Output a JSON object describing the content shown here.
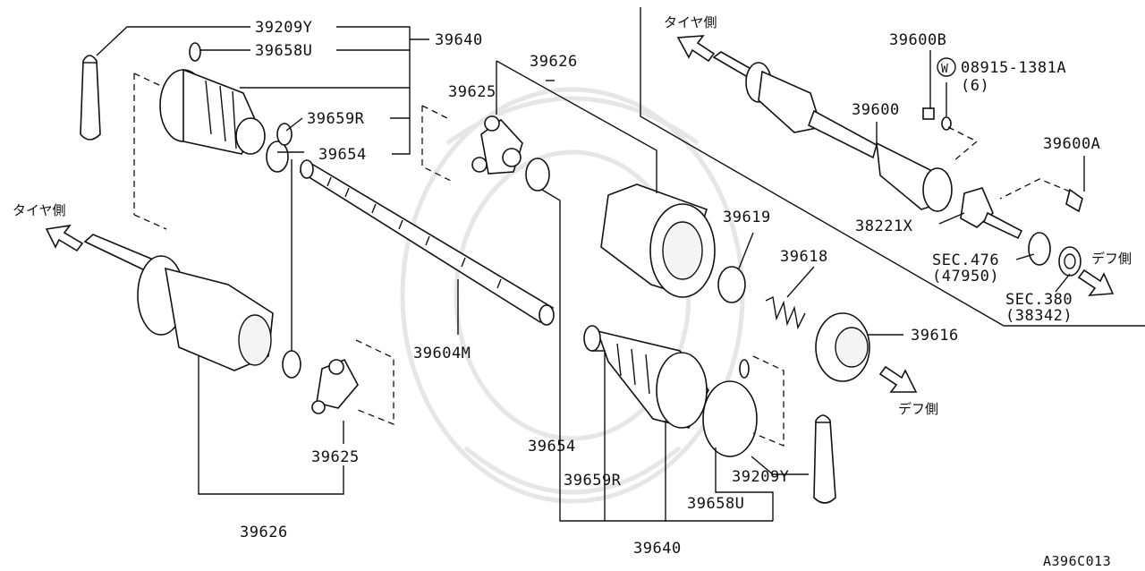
{
  "diagram_id": "A396C013",
  "labels": {
    "p39209Y_top": "39209Y",
    "p39658U_top": "39658U",
    "p39640_top": "39640",
    "p39659R_top": "39659R",
    "p39654_top": "39654",
    "p39626_top": "39626",
    "p39625_top": "39625",
    "p39604M": "39604M",
    "p39625_bottom": "39625",
    "p39626_bottom": "39626",
    "p39619": "39619",
    "p39618": "39618",
    "p39616": "39616",
    "p39654_mid": "39654",
    "p39659R_mid": "39659R",
    "p39209Y_bottom": "39209Y",
    "p39658U_bottom": "39658U",
    "p39640_bottom": "39640",
    "p39600B": "39600B",
    "p08915": "08915-1381A",
    "p08915_qty": "(6)",
    "w_symbol": "W",
    "p39600": "39600",
    "p39600A": "39600A",
    "p38221X": "38221X",
    "sec476": "SEC.476",
    "sec476_sub": "(47950)",
    "sec380": "SEC.380",
    "sec380_sub": "(38342)"
  },
  "directions": {
    "tire_side_left": "タイヤ側",
    "tire_side_top": "タイヤ側",
    "diff_side_right": "デフ側",
    "diff_side_bottom": "デフ側"
  },
  "icons": {
    "arrow_tire_left": "outlined-arrow-up-left-icon",
    "arrow_tire_top": "outlined-arrow-up-left-icon",
    "arrow_diff_right": "outlined-arrow-down-right-icon",
    "arrow_diff_bottom": "outlined-arrow-down-right-icon"
  }
}
